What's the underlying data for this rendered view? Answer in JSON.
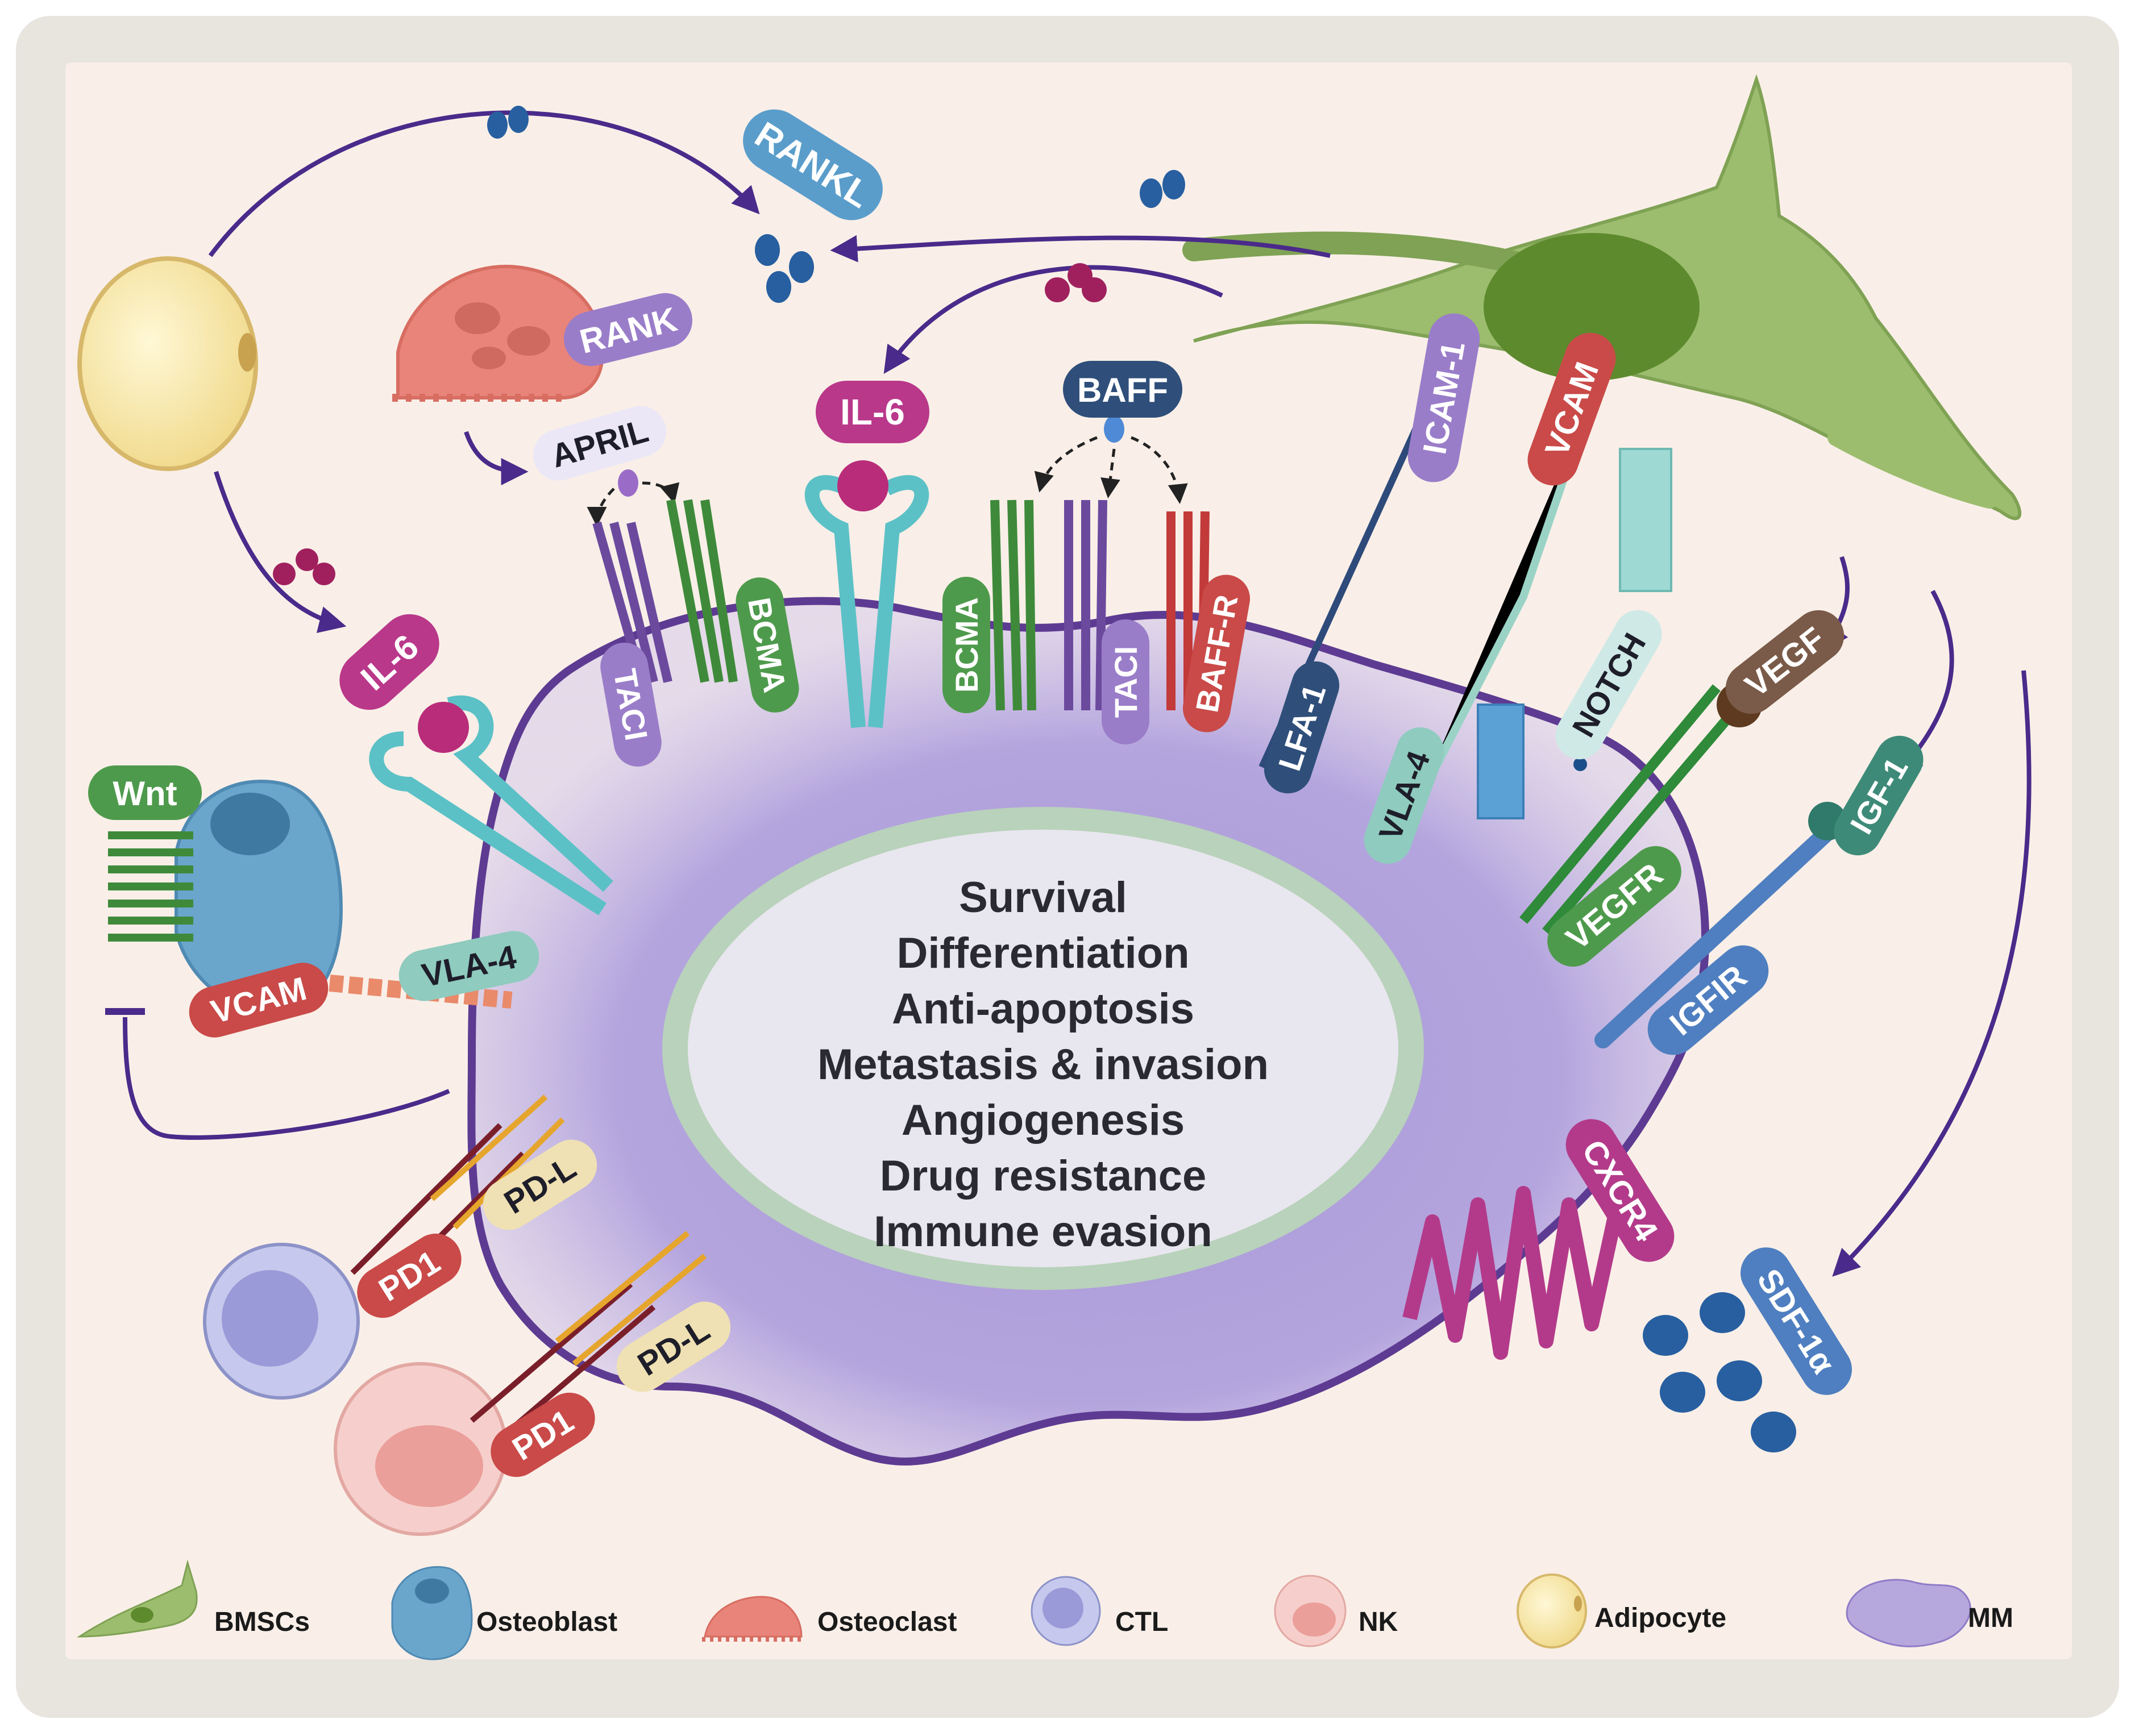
{
  "center": {
    "lines": [
      "Survival",
      "Differentiation",
      "Anti-apoptosis",
      "Metastasis & invasion",
      "Angiogenesis",
      "Drug resistance",
      "Immune evasion"
    ]
  },
  "labels": {
    "rankl": "RANKL",
    "rank": "RANK",
    "april": "APRIL",
    "il6_top": "IL-6",
    "baff": "BAFF",
    "icam1": "ICAM-1",
    "vcam_top": "VCAM",
    "il6_left": "IL-6",
    "taci_left": "TACI",
    "bcma_left": "BCMA",
    "bcma_mid": "BCMA",
    "taci_mid": "TACI",
    "baffr": "BAFF-R",
    "lfa1": "LFA-1",
    "vla4_right": "VLA-4",
    "notch": "NOTCH",
    "vegf": "VEGF",
    "igf1": "IGF-1",
    "vegfr": "VEGFR",
    "igfir": "IGFIR",
    "wnt": "Wnt",
    "vcam_left": "VCAM",
    "vla4_left": "VLA-4",
    "pdl_1": "PD-L",
    "pd1_1": "PD1",
    "pdl_2": "PD-L",
    "pd1_2": "PD1",
    "cxcr4": "CXCR4",
    "sdf1a": "SDF-1α"
  },
  "legend": [
    {
      "name": "BMSCs"
    },
    {
      "name": "Osteoblast"
    },
    {
      "name": "Osteoclast"
    },
    {
      "name": "CTL"
    },
    {
      "name": "NK"
    },
    {
      "name": "Adipocyte"
    },
    {
      "name": "MM"
    }
  ],
  "colors": {
    "background": "#f9efe8",
    "frame": "#e9e5df",
    "mm_cell": "#b6a8dd",
    "mm_membrane": "#5e3b92",
    "nucleus_fill": "#e8e6ee",
    "nucleus_ring": "#b9d2bb",
    "bmsc": "#9cbd6e",
    "osteoclast": "#e8847a",
    "adipocyte": "#f7e7a3",
    "osteoblast": "#6aa5cc",
    "arrow": "#4a2a8a"
  }
}
